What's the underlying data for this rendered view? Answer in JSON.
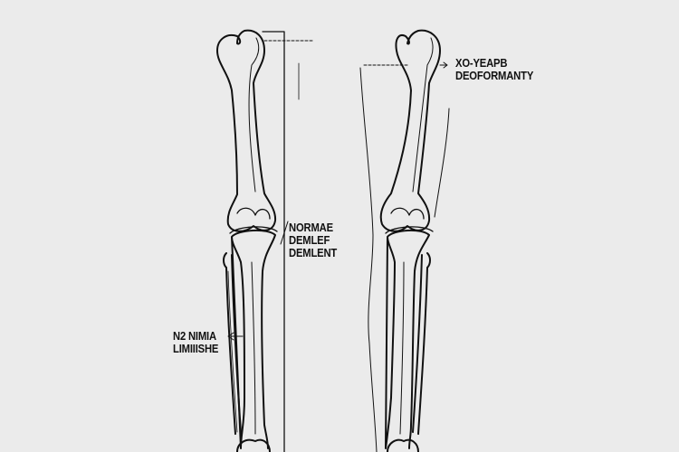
{
  "labels": {
    "normal": [
      "NORMAE",
      "DEMLEF",
      "DEMLENT"
    ],
    "normal_line": [
      "N2 NIMIA",
      "LIMIIISHE"
    ],
    "deformity": [
      "XO-YEAPB",
      "DEOFORMANTY"
    ]
  },
  "colors": {
    "background": "#ebebeb",
    "ink": "#111111"
  }
}
